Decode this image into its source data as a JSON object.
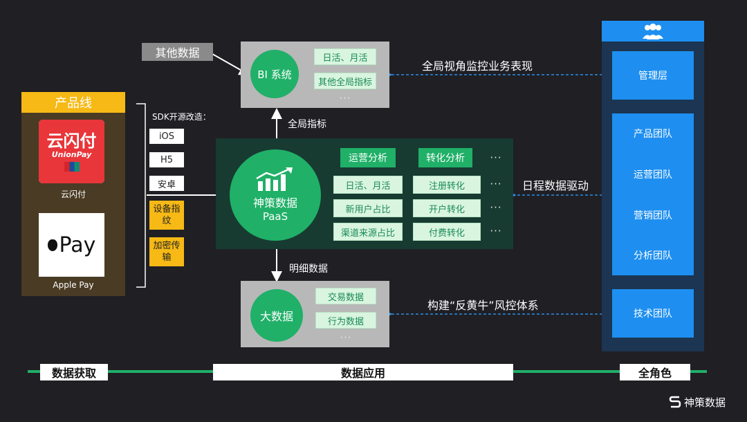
{
  "other_data": "其他数据",
  "bi": {
    "title": "BI 系统",
    "items": [
      "日活、月活",
      "其他全局指标"
    ],
    "more": "···"
  },
  "monitor_label": "全局视角监控业务表现",
  "global_metrics_label": "全局指标",
  "product_line": {
    "header": "产品线",
    "apps": [
      {
        "name": "云闪付",
        "logo_text": "云闪付",
        "logo_sub": "UnionPay",
        "bg": "#e8363a"
      },
      {
        "name": "Apple Pay",
        "logo_text": "Pay",
        "bg": "#ffffff"
      }
    ]
  },
  "sdk": {
    "label": "SDK开源改造：",
    "platforms": [
      "iOS",
      "H5",
      "安卓"
    ],
    "features": [
      "设备指纹",
      "加密传输"
    ]
  },
  "paas": {
    "title": "神策数据",
    "subtitle": "PaaS",
    "col1_header": "运营分析",
    "col1_items": [
      "日活、月活",
      "新用户占比",
      "渠道来源占比"
    ],
    "col2_header": "转化分析",
    "col2_items": [
      "注册转化",
      "开户转化",
      "付费转化"
    ],
    "more": "···"
  },
  "schedule_label": "日程数据驱动",
  "detail_label": "明细数据",
  "bigdata": {
    "title": "大数据",
    "items": [
      "交易数据",
      "行为数据"
    ],
    "more": "···"
  },
  "risk_label": "构建“反黄牛”风控体系",
  "roles": {
    "icon": "people-group-icon",
    "management": "管理层",
    "teams": [
      "产品团队",
      "运营团队",
      "营销团队",
      "分析团队"
    ],
    "tech": "技术团队"
  },
  "bottom": {
    "acquire": "数据获取",
    "apply": "数据应用",
    "all_roles": "全角色"
  },
  "brand": "神策数据",
  "colors": {
    "background": "#1f1f24",
    "green": "#20b068",
    "blue": "#1e8ff0",
    "yellow": "#f6b915",
    "dark_green_panel": "#173b31"
  }
}
